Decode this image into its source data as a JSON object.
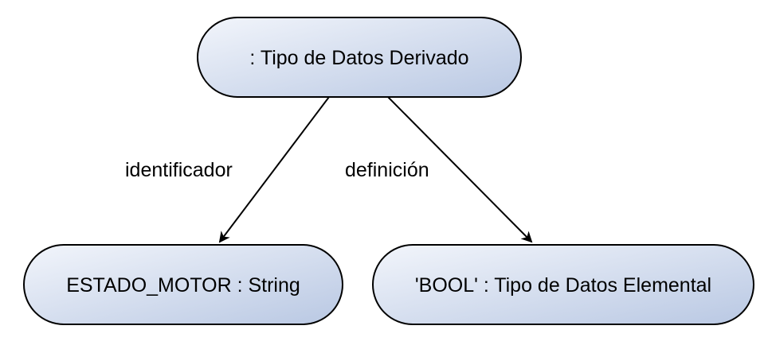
{
  "diagram": {
    "colors": {
      "node_fill_light": "#f2f5fb",
      "node_fill_dark": "#b9c8e3",
      "stroke": "#000000"
    },
    "nodes": {
      "root": {
        "label": ": Tipo de Datos Derivado"
      },
      "left": {
        "label": "ESTADO_MOTOR : String"
      },
      "right": {
        "label": "'BOOL' : Tipo de Datos Elemental"
      }
    },
    "edges": {
      "identifier": {
        "label": "identificador"
      },
      "definition": {
        "label": "definición"
      }
    }
  }
}
